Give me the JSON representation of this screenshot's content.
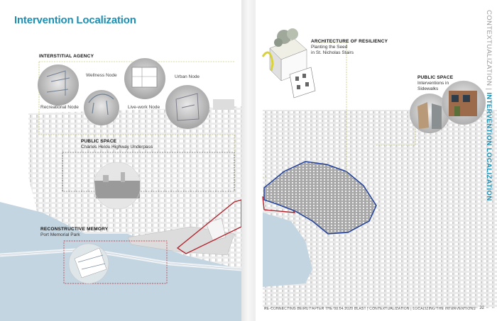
{
  "left_page": {
    "title": "Intervention Localization",
    "interstitial": {
      "heading": "INTERSTITIAL AGENCY"
    },
    "nodes": {
      "wellness": "Wellness Node",
      "urban": "Urban Node",
      "recreational": "Recreational Node",
      "livework": "Live-work Node"
    },
    "public_space": {
      "heading": "PUBLIC SPACE",
      "subtitle": "Charles Helou Highway Underpass"
    },
    "memory": {
      "heading": "RECONSTRUCTIVE MEMORY",
      "subtitle": "Port Memorial Park"
    }
  },
  "right_page": {
    "architecture": {
      "heading": "ARCHITECTURE OF RESILIENCY",
      "line1": "Planting the Seed",
      "line2": "in St. Nicholas Stairs"
    },
    "public_space": {
      "heading": "PUBLIC SPACE",
      "line1": "Interventions in",
      "line2": "Sidewalks"
    },
    "side_tab": {
      "context": "CONTEXTUALIZATION",
      "separator": " | ",
      "localization": "INTERVENTION LOCALIZATION"
    },
    "footer": "RE-CONNECTING BEIRUT AFTER THE 08.04.2020 BLAST | CONTEXTUALIZATION | LOCALIZING THE INTERVENTIONS",
    "page_number": "22"
  },
  "colors": {
    "accent": "#1d8fb3",
    "water": "#c4d5e2",
    "red_outline": "#b3242e",
    "blue_outline": "#1f3f9a"
  }
}
